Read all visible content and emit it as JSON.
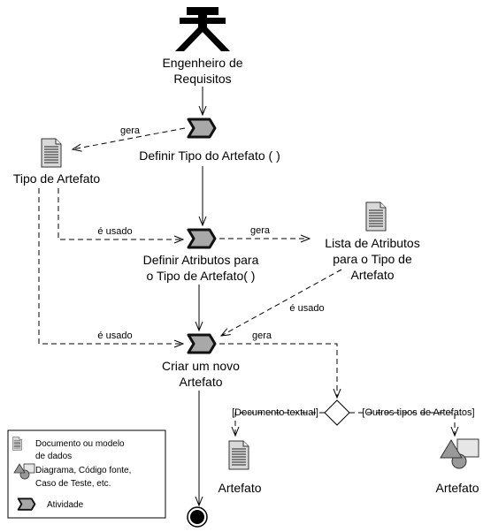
{
  "actor": {
    "line1": "Engenheiro de",
    "line2": "Requisitos",
    "icon": "stick-figure-actor-icon"
  },
  "activities": {
    "a1": {
      "line1": "Definir Tipo do Artefato ( )"
    },
    "a2": {
      "line1": "Definir Atributos para",
      "line2": "o Tipo de Artefato( )"
    },
    "a3": {
      "line1": "Criar um novo",
      "line2": "Artefato"
    }
  },
  "artifacts": {
    "tipo": {
      "line1": "Tipo de Artefato"
    },
    "lista": {
      "line1": "Lista de Atributos",
      "line2": "para o Tipo de",
      "line3": "Artefato"
    },
    "doc_out": {
      "line1": "Artefato"
    },
    "shape_out": {
      "line1": "Artefato"
    }
  },
  "edges": {
    "gera1": "gera",
    "gera2": "gera",
    "gera3": "gera",
    "usado1": "é usado",
    "usado2": "é usado",
    "usado3": "é usado"
  },
  "guards": {
    "left": "[Documento textual]",
    "right": "[Outros tipos de Artefatos]"
  },
  "legend": {
    "doc_line1": "Documento ou modelo",
    "doc_line2": "de dados",
    "shape_line1": "Diagrama, Código fonte,",
    "shape_line2": "Caso de Teste, etc.",
    "activity": "Atividade"
  },
  "colors": {
    "activity_fill": "#a8a8a8",
    "doc_fill": "#d9d9d9",
    "shape_fill": "#999999",
    "line": "#000000"
  }
}
